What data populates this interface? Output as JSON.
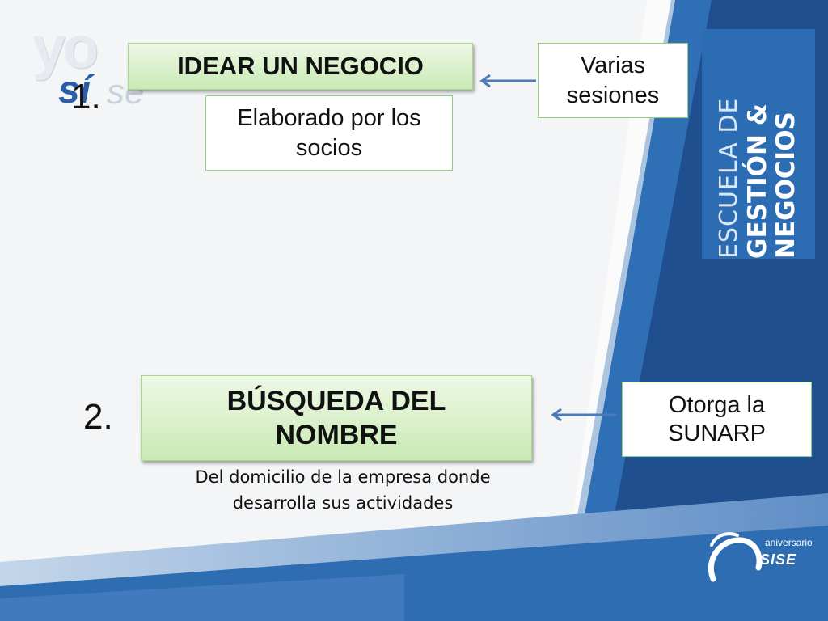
{
  "logo": {
    "yo": "yo",
    "si": "sí",
    "se": "se"
  },
  "steps": [
    {
      "number": "1.",
      "title": "IDEAR UN NEGOCIO",
      "detail": "Elaborado por los socios",
      "side_note": "Varias sesiones"
    },
    {
      "number": "2.",
      "title": "BÚSQUEDA DEL NOMBRE",
      "detail": "Del domicilio de la empresa donde desarrolla sus actividades",
      "side_note": "Otorga la SUNARP"
    }
  ],
  "school": {
    "line1": "ESCUELA DE",
    "line2": "GESTIÓN &",
    "line3": "NEGOCIOS"
  },
  "anniversary": {
    "label": "aniversario",
    "brand": "SISE"
  },
  "colors": {
    "green_fill": "#c9eab4",
    "green_border": "#8fd07a",
    "blue_dark": "#1f4f8f",
    "blue_mid": "#2c6cb2",
    "arrow": "#4a7ab8"
  }
}
